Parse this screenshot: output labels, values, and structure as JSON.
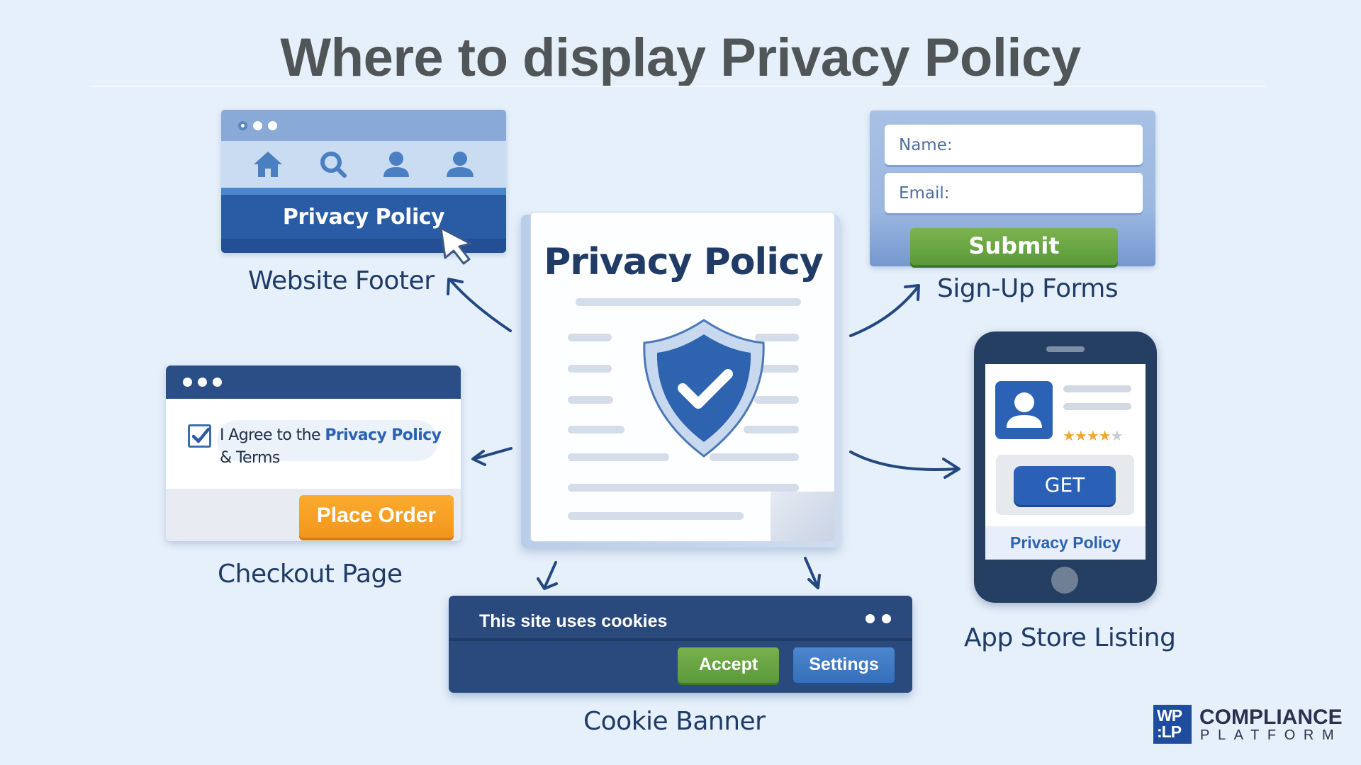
{
  "title": "Where to display Privacy Policy",
  "center_document": {
    "title": "Privacy Policy",
    "icon": "shield-check-icon"
  },
  "website_footer": {
    "label": "Website Footer",
    "nav_icons": [
      "home-icon",
      "search-icon",
      "user-icon",
      "user-icon"
    ],
    "link": "Privacy Policy",
    "cursor_icon": "cursor-arrow-icon"
  },
  "signup_forms": {
    "label": "Sign-Up Forms",
    "fields": [
      {
        "label": "Name:"
      },
      {
        "label": "Email:"
      }
    ],
    "submit": "Submit"
  },
  "checkout_page": {
    "label": "Checkout Page",
    "checkbox_checked": true,
    "agree_prefix": "I Agree to the ",
    "agree_link": "Privacy Policy",
    "agree_suffix": "& Terms",
    "button": "Place Order"
  },
  "app_store_listing": {
    "label": "App Store Listing",
    "rating": "4 of 5 stars",
    "button": "GET",
    "link": "Privacy Policy"
  },
  "cookie_banner": {
    "label": "Cookie Banner",
    "message": "This site uses cookies",
    "accept": "Accept",
    "settings": "Settings"
  },
  "logo": {
    "mark_line1": "WP",
    "mark_line2": ":LP",
    "name": "COMPLIANCE",
    "sub": "PLATFORM"
  },
  "colors": {
    "background": "#e6f0fa",
    "navy": "#1f3b66",
    "primary_blue": "#2a5ba5",
    "green": "#6aa844",
    "orange": "#f5a024",
    "title_gray": "#505558"
  }
}
